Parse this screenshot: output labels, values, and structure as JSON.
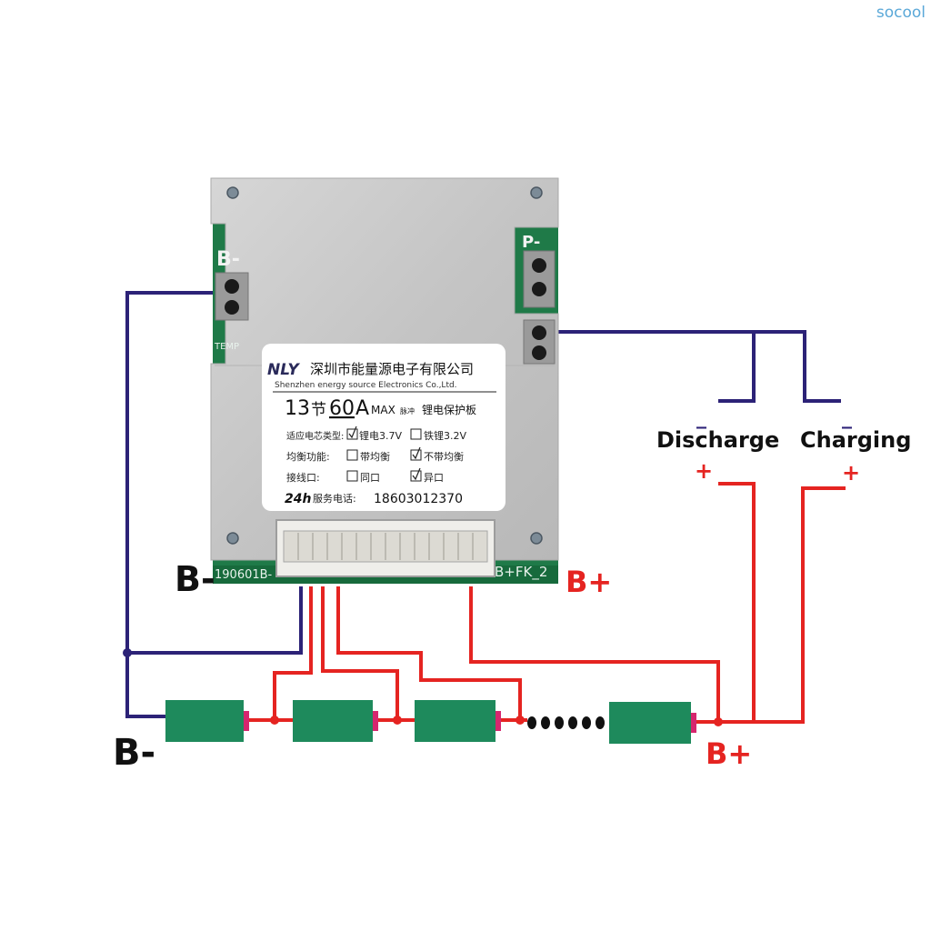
{
  "watermark": "socool",
  "board": {
    "brand": "NLY",
    "company_cn": "深圳市能量源电子有限公司",
    "company_en": "Shenzhen energy source Electronics Co.,Ltd.",
    "cells": "13",
    "cells_unit": "节",
    "current": "60",
    "current_unit": "A",
    "max_label": "MAX",
    "max_sub": "脉冲",
    "product_name": "锂电保护板",
    "row1_label": "适应电芯类型:",
    "row1_opt1": "锂电3.7V",
    "row1_opt2": "铁锂3.2V",
    "row2_label": "均衡功能:",
    "row2_opt1": "带均衡",
    "row2_opt2": "不带均衡",
    "row3_label": "接线口:",
    "row3_opt1": "同口",
    "row3_opt2": "异口",
    "hotline_prefix": "24h",
    "hotline_label": "服务电话:",
    "hotline_number": "18603012370",
    "pcb_bminus": "B-",
    "pcb_pminus": "P-",
    "pcb_temp": "TEMP",
    "pcb_code": "190601B-",
    "pcb_fk": "B+FK_2"
  },
  "labels": {
    "b_minus_top": "B-",
    "b_plus_top": "B+",
    "b_minus_bottom": "B-",
    "b_plus_bottom": "B+",
    "discharge": "Discharge",
    "charging": "Charging",
    "minus": "_",
    "plus": "+"
  },
  "colors": {
    "negative_wire": "#2c2277",
    "positive_wire": "#e52421",
    "cell_body": "#1e8a5c",
    "cell_terminal": "#d6266e",
    "pcb_green": "#1f7a48",
    "plate_silver": "#c7c7c7"
  }
}
